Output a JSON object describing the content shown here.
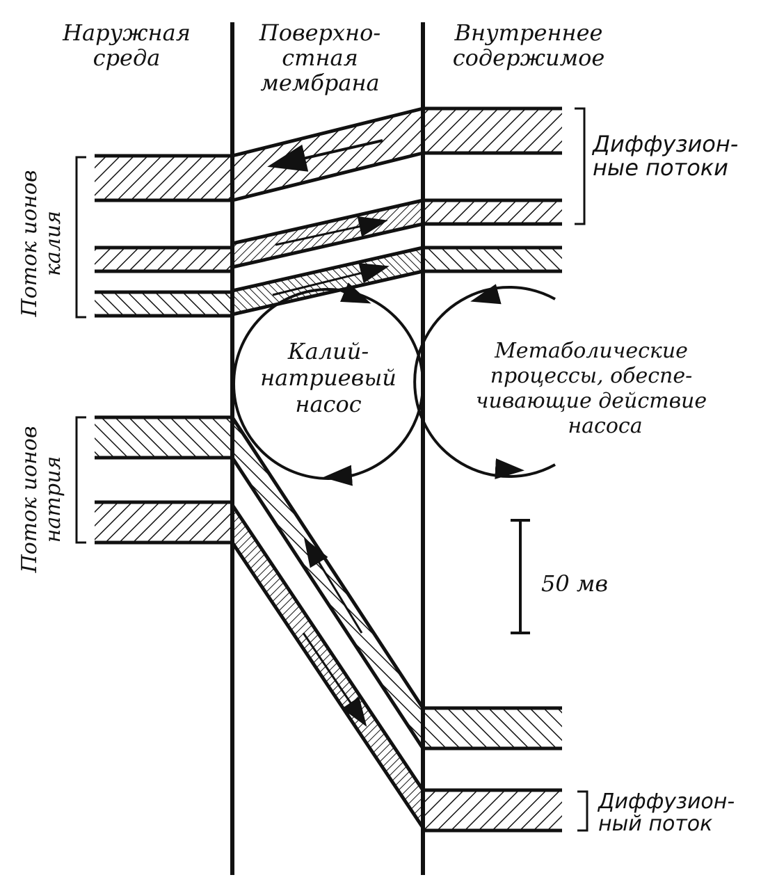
{
  "colors": {
    "ink": "#111111",
    "paper": "#ffffff"
  },
  "headers": {
    "outer": [
      "Наружная",
      "среда"
    ],
    "membrane": [
      "Поверхно-",
      "стная",
      "мембрана"
    ],
    "inner": [
      "Внутреннее",
      "содержимое"
    ]
  },
  "side_labels": {
    "potassium": [
      "Поток ионов",
      "калия"
    ],
    "sodium": [
      "Поток ионов",
      "натрия"
    ]
  },
  "right_labels": {
    "diffusion_flows": [
      "Диффузион-",
      "ные потоки"
    ],
    "diffusion_flow": [
      "Диффузион-",
      "ный поток"
    ]
  },
  "pump": {
    "label": [
      "Калий-",
      "натриевый",
      "насос"
    ],
    "metabolic": [
      "Метаболические",
      "процессы, обеспе-",
      "чивающие действие",
      "насоса"
    ]
  },
  "scale_bar": {
    "label": "50 мв",
    "value_mv": 50
  }
}
